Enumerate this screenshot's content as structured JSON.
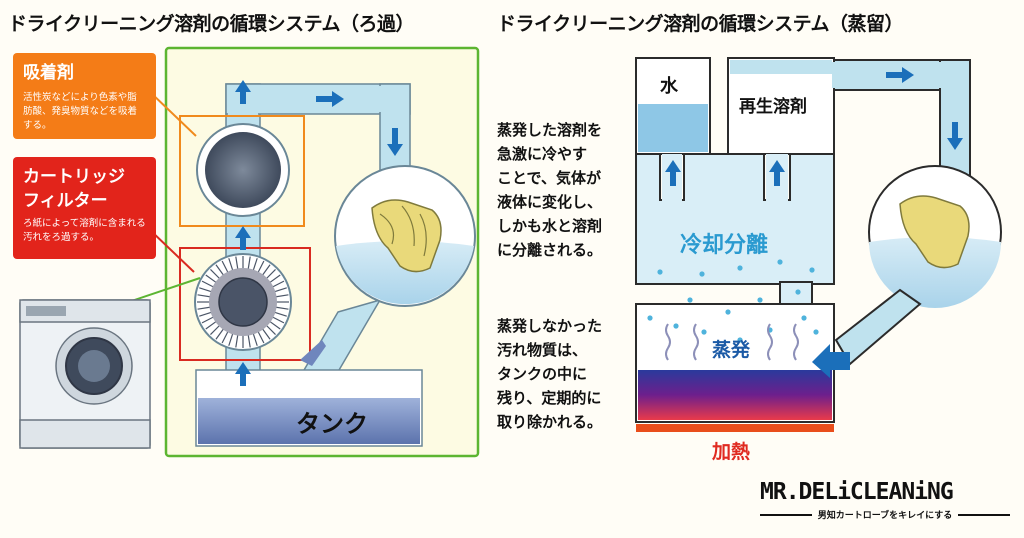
{
  "left": {
    "title": "ドライクリーニング溶剤の循環システム（ろ過）",
    "adsorbent": {
      "heading": "吸着剤",
      "description": "活性炭などにより色素や脂肪酸、発臭物質などを吸着する。"
    },
    "cartridge": {
      "heading_line1": "カートリッジ",
      "heading_line2": "フィルター",
      "description": "ろ紙によって溶剤に含まれる汚れをろ過する。"
    },
    "tank_label": "タンク"
  },
  "right": {
    "title": "ドライクリーニング溶剤の循環システム（蒸留）",
    "water_label": "水",
    "regenerated_label": "再生溶剤",
    "cooling_label": "冷却分離",
    "evaporation_label": "蒸発",
    "heating_label": "加熱",
    "text_top": [
      "蒸発した溶剤を",
      "急激に冷やす",
      "ことで、気体が",
      "液体に変化し、",
      "しかも水と溶剤",
      "に分離される。"
    ],
    "text_bottom": [
      "蒸発しなかった",
      "汚れ物質は、",
      "タンクの中に",
      "残り、定期的に",
      "取り除かれる。"
    ]
  },
  "logo": {
    "main": "MR.DELiCLEANiNG",
    "sub": "男知カートローブをキレイにする"
  },
  "colors": {
    "left_frame": "#5cb531",
    "left_bg": "#fdfbe3",
    "adsorbent_bg": "#f47c17",
    "cartridge_bg": "#e2241b",
    "pipe": "#bfe2ee",
    "arrow": "#1b6fba",
    "tank": "#6f86bd",
    "heat": "#e94e1b"
  }
}
